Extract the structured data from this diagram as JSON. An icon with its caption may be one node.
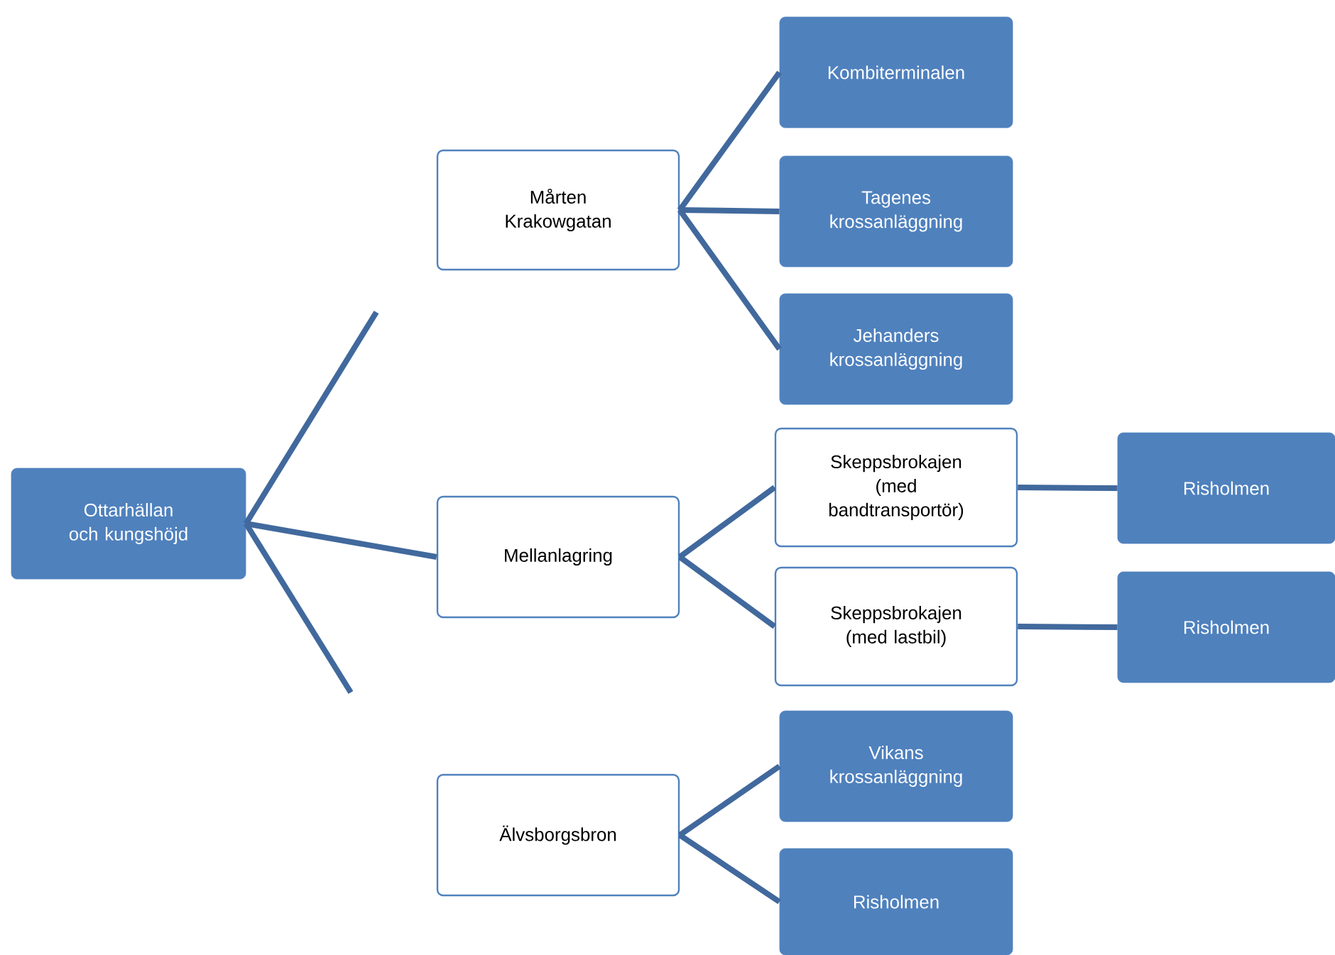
{
  "diagram": {
    "nodes": [
      {
        "text": [
          "Ottarhällan och kungshöjd"
        ]
      },
      {
        "text": [
          "Mårten Krakowgatan"
        ]
      },
      {
        "text": [
          "Mellanlagring"
        ]
      },
      {
        "text": [
          "Älvsborgsbron"
        ]
      },
      {
        "text": [
          "Kombiterminalen"
        ]
      },
      {
        "text": [
          "Tagenes krossanläggning"
        ]
      },
      {
        "text": [
          "Jehanders krossanläggning"
        ]
      },
      {
        "text": [
          "Skeppsbrokajen (med bandtransportör)"
        ]
      },
      {
        "text": [
          "Risholmen"
        ]
      },
      {
        "text": [
          "Skeppsbrokajen (med lastbil)"
        ]
      },
      {
        "text": [
          "Risholmen"
        ]
      },
      {
        "text": [
          "Vikans krossanläggning"
        ]
      },
      {
        "text": [
          "Risholmen"
        ]
      }
    ],
    "edges": [
      {
        "from": 0,
        "to": null,
        "arrow": "none"
      },
      {
        "from": 0,
        "to": 2,
        "arrow": "none"
      },
      {
        "from": 0,
        "to": null,
        "arrow": "none"
      },
      {
        "from": 1,
        "to": 4,
        "arrow": "none"
      },
      {
        "from": 1,
        "to": 5,
        "arrow": "none"
      },
      {
        "from": 1,
        "to": 6,
        "arrow": "none"
      },
      {
        "from": 2,
        "to": 7,
        "arrow": "none"
      },
      {
        "from": 2,
        "to": 9,
        "arrow": "none"
      },
      {
        "from": 7,
        "to": 8,
        "arrow": "none"
      },
      {
        "from": 9,
        "to": 10,
        "arrow": "none"
      },
      {
        "from": 3,
        "to": 11,
        "arrow": "none"
      },
      {
        "from": 3,
        "to": 12,
        "arrow": "none"
      }
    ]
  }
}
